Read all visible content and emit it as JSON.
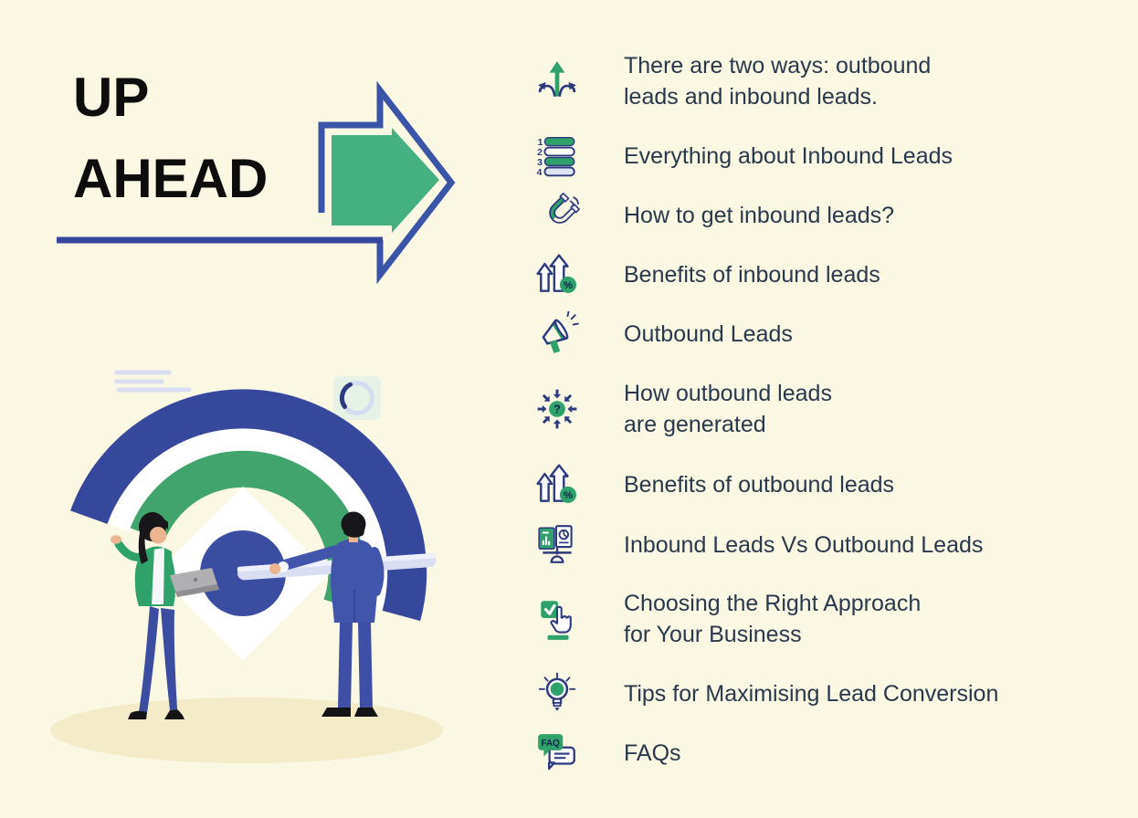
{
  "title": {
    "line1": "UP",
    "line2": "AHEAD"
  },
  "colors": {
    "background": "#FAF7E3",
    "navy": "#35489B",
    "icon_navy": "#2C3A7E",
    "green": "#2FA26B",
    "arrow_green": "#45B183",
    "text": "#28394D",
    "heading": "#0D0D0D",
    "lavender": "#D9DEF3",
    "ground_shadow": "#F4EBC9"
  },
  "toc": {
    "items": [
      {
        "icon": "branching-arrows",
        "label": "There are two ways: outbound\nleads and inbound leads."
      },
      {
        "icon": "numbered-list",
        "label": "Everything about Inbound Leads"
      },
      {
        "icon": "magnet",
        "label": "How to get inbound leads?"
      },
      {
        "icon": "growth-percent",
        "label": "Benefits of inbound leads"
      },
      {
        "icon": "megaphone",
        "label": "Outbound Leads"
      },
      {
        "icon": "converge-question",
        "label": "How outbound leads\nare generated"
      },
      {
        "icon": "growth-percent",
        "label": "Benefits of outbound leads"
      },
      {
        "icon": "report-comparison",
        "label": "Inbound Leads Vs Outbound Leads"
      },
      {
        "icon": "choose-click",
        "label": "Choosing the Right Approach\nfor Your Business"
      },
      {
        "icon": "idea-bulb",
        "label": "Tips for Maximising Lead Conversion"
      },
      {
        "icon": "faq-bubbles",
        "label": "FAQs"
      }
    ],
    "faq_badge_text": "FAQ"
  }
}
